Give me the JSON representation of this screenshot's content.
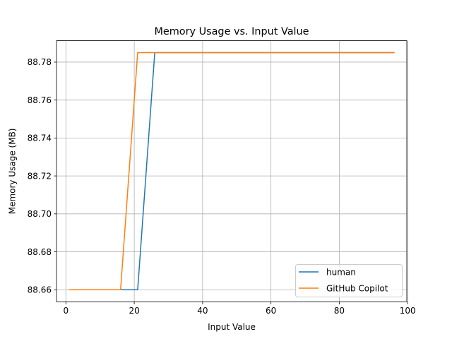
{
  "chart_data": {
    "type": "line",
    "title": "Memory Usage vs. Input Value",
    "xlabel": "Input Value",
    "ylabel": "Memory Usage (MB)",
    "xlim": [
      -2.75,
      99.75
    ],
    "ylim": [
      88.6537,
      88.7913
    ],
    "xticks": [
      0,
      20,
      40,
      60,
      80,
      100
    ],
    "yticks": [
      88.66,
      88.68,
      88.7,
      88.72,
      88.74,
      88.76,
      88.78
    ],
    "ytick_labels": [
      "88.66",
      "88.68",
      "88.70",
      "88.72",
      "88.74",
      "88.76",
      "88.78"
    ],
    "grid": true,
    "legend_position": "lower-right",
    "series": [
      {
        "name": "human",
        "color": "#1f77b4",
        "x": [
          1,
          6,
          11,
          16,
          21,
          26,
          31,
          36,
          41,
          46,
          51,
          56,
          61,
          66,
          71,
          76,
          81,
          86,
          91,
          96
        ],
        "y": [
          88.66,
          88.66,
          88.66,
          88.66,
          88.66,
          88.785,
          88.785,
          88.785,
          88.785,
          88.785,
          88.785,
          88.785,
          88.785,
          88.785,
          88.785,
          88.785,
          88.785,
          88.785,
          88.785,
          88.785
        ]
      },
      {
        "name": "GitHub Copilot",
        "color": "#ff7f0e",
        "x": [
          1,
          6,
          11,
          16,
          21,
          26,
          31,
          36,
          41,
          46,
          51,
          56,
          61,
          66,
          71,
          76,
          81,
          86,
          91,
          96
        ],
        "y": [
          88.66,
          88.66,
          88.66,
          88.66,
          88.785,
          88.785,
          88.785,
          88.785,
          88.785,
          88.785,
          88.785,
          88.785,
          88.785,
          88.785,
          88.785,
          88.785,
          88.785,
          88.785,
          88.785,
          88.785
        ]
      }
    ]
  }
}
